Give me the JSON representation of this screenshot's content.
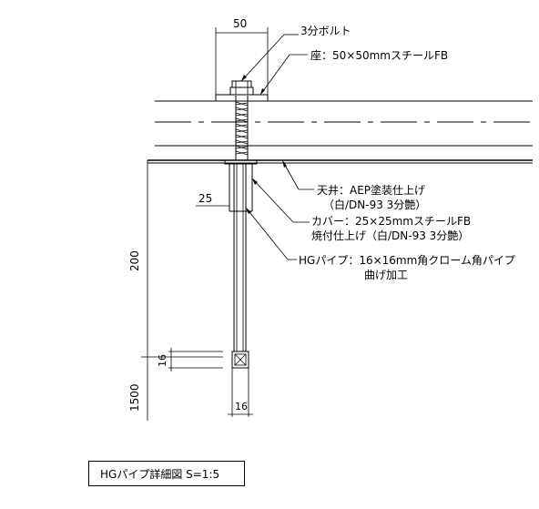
{
  "dimensions": {
    "top_width": "50",
    "cover_offset": "25",
    "hanging_length": "200",
    "pipe_width_v": "16",
    "pipe_width_h": "16",
    "floor_height": "1500"
  },
  "callouts": {
    "bolt": "3分ボルト",
    "seat": "座：50×50mmスチールFB",
    "ceiling_line1": "天井：AEP塗装仕上げ",
    "ceiling_line2": "（白/DN-93 3分艶）",
    "cover_line1": "カバー：25×25mmスチールFB",
    "cover_line2": "焼付仕上げ（白/DN-93 3分艶）",
    "pipe_line1": "HGパイプ：16×16mm角クローム角パイプ",
    "pipe_line2": "曲げ加工"
  },
  "title": "HGパイプ詳細図 S=1:5"
}
